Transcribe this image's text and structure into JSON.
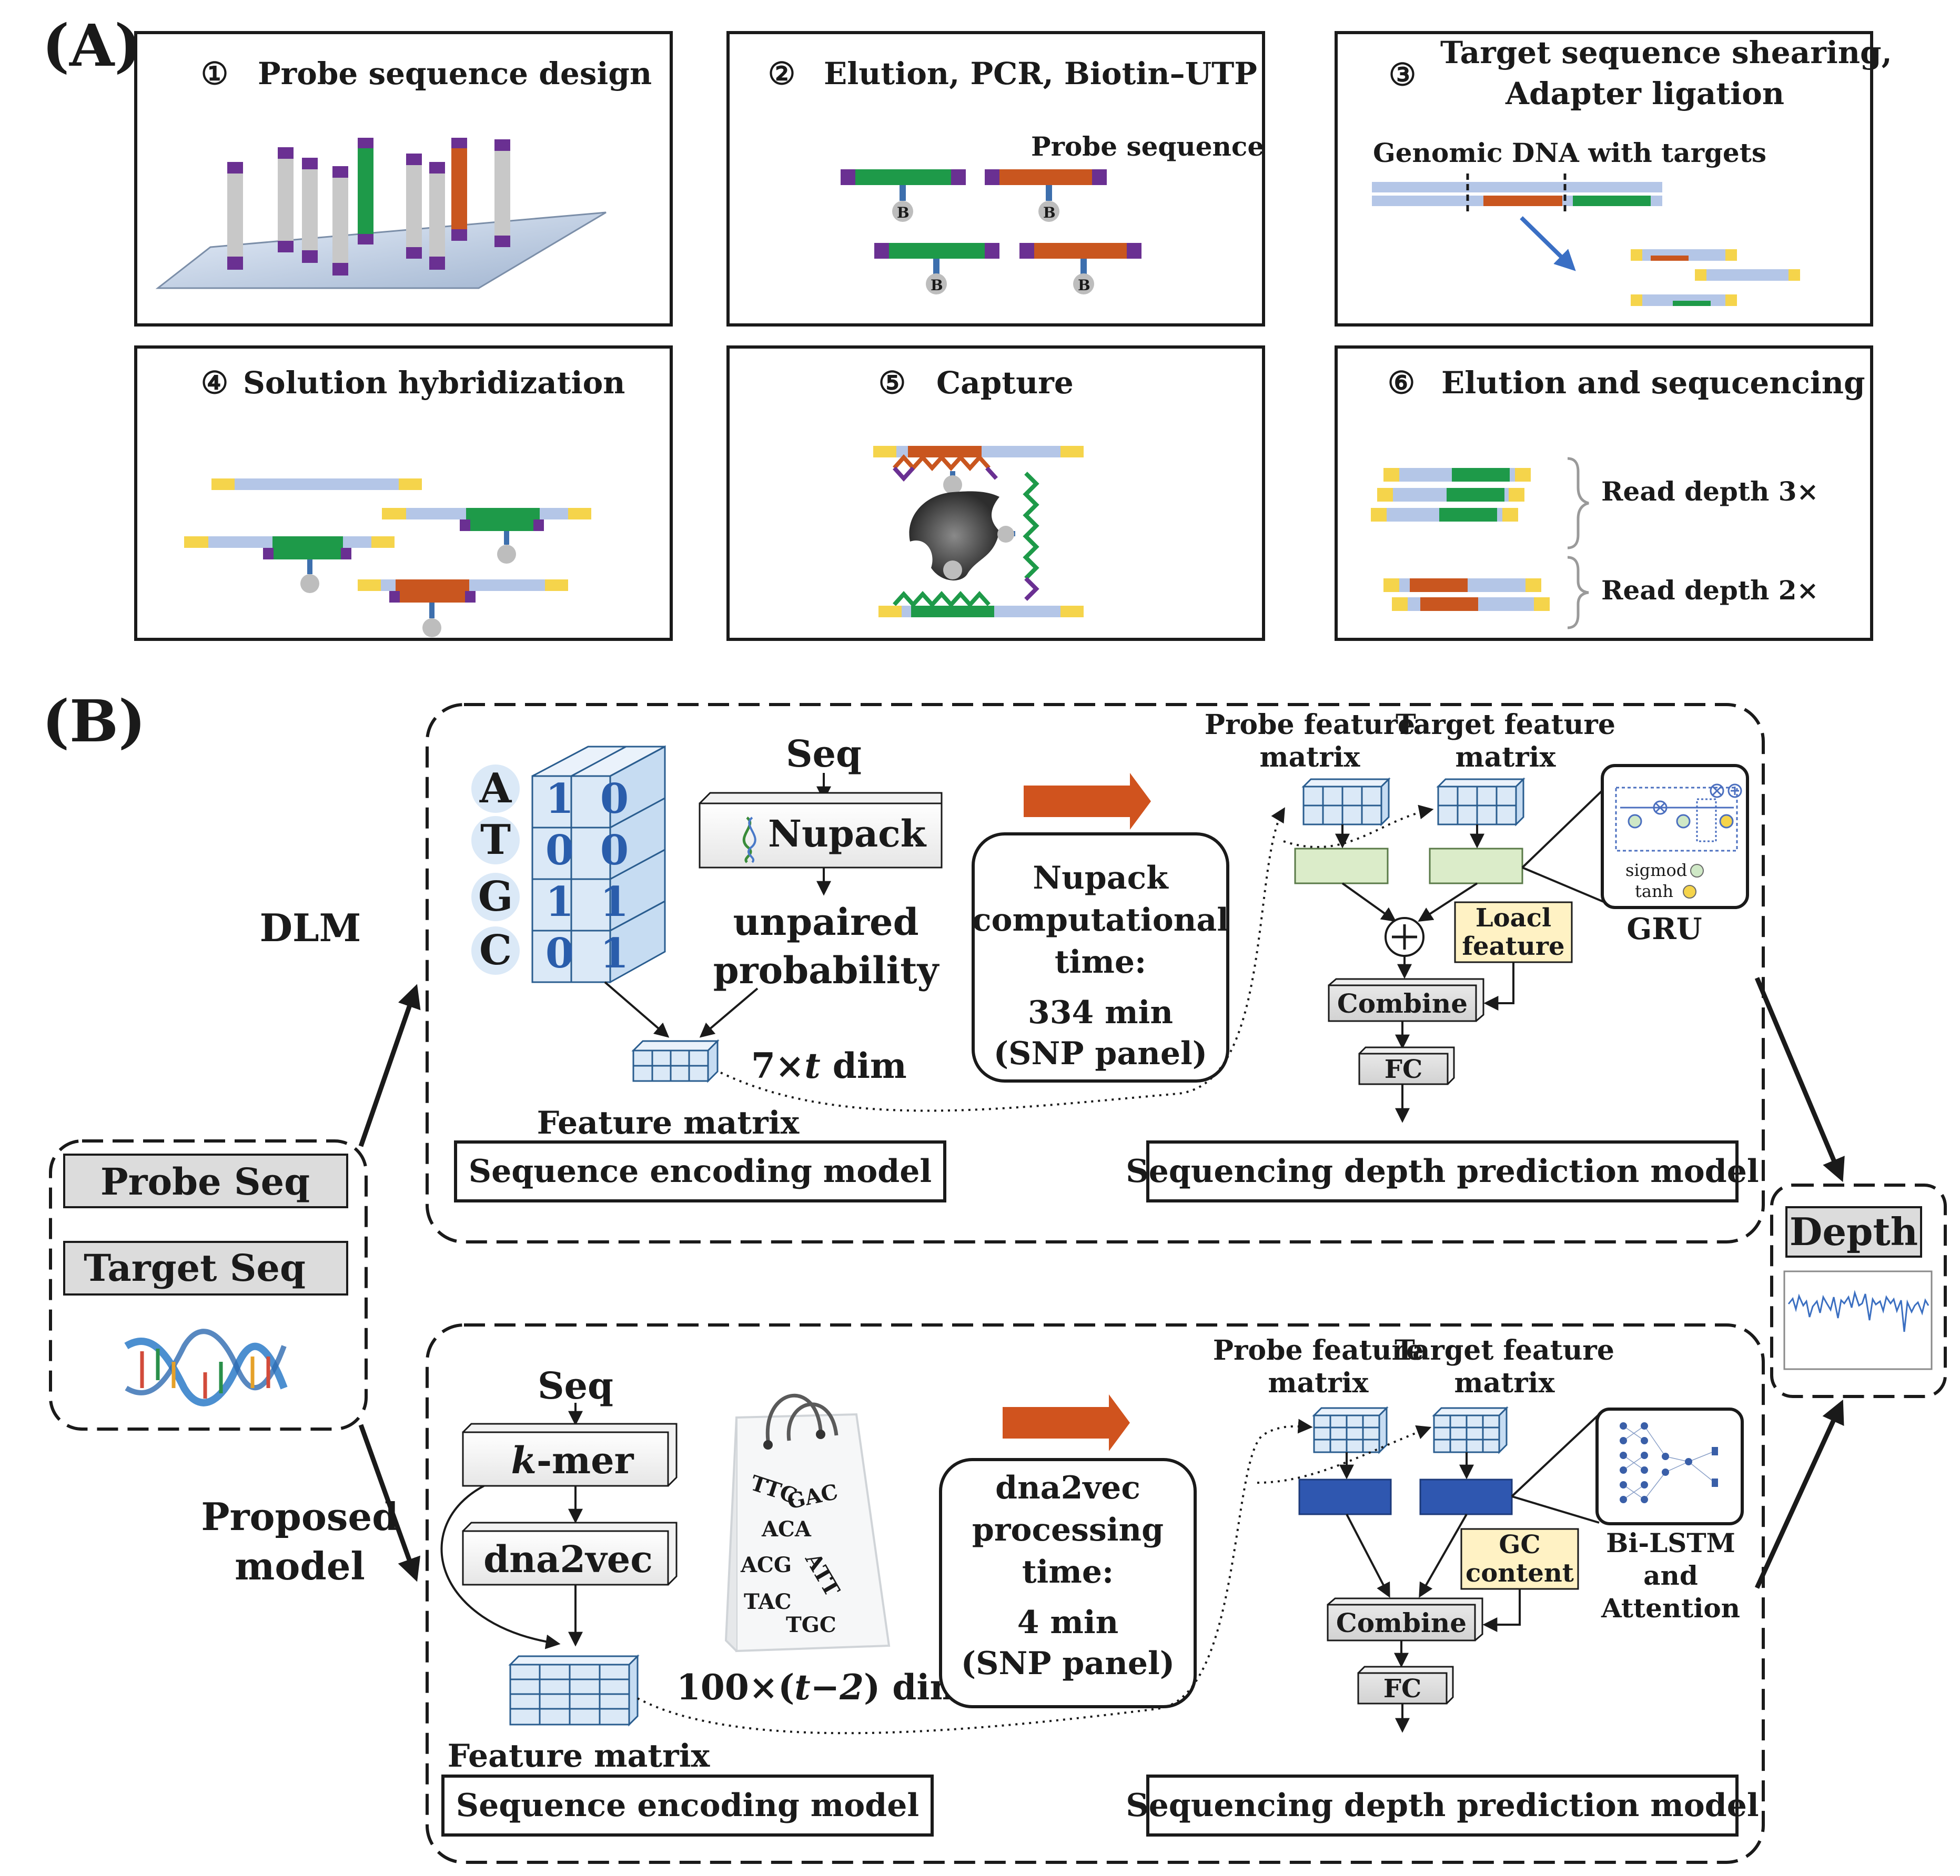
{
  "panelA": {
    "label": "(A)",
    "steps": [
      {
        "num": "①",
        "title": "Probe sequence design"
      },
      {
        "num": "②",
        "title": "Elution, PCR, Biotin–UTP",
        "note": "Probe sequence"
      },
      {
        "num": "③",
        "title": "Target sequence shearing,",
        "title2": "Adapter ligation",
        "note": "Genomic DNA with targets"
      },
      {
        "num": "④",
        "title": "Solution hybridization"
      },
      {
        "num": "⑤",
        "title": "Capture"
      },
      {
        "num": "⑥",
        "title": "Elution and sequcencing",
        "depth1": "Read depth 3×",
        "depth2": "Read depth 2×"
      }
    ],
    "biotin_letter": "B"
  },
  "panelB": {
    "label": "(B)",
    "input": {
      "probe": "Probe Seq",
      "target": "Target Seq"
    },
    "output": "Depth",
    "dlm": {
      "name": "DLM",
      "bases": [
        "A",
        "T",
        "G",
        "C"
      ],
      "onehot": [
        [
          "1",
          "0"
        ],
        [
          "0",
          "0"
        ],
        [
          "1",
          "1"
        ],
        [
          "0",
          "1"
        ]
      ],
      "seq": "Seq",
      "tool": "Nupack",
      "unpaired1": "unpaired",
      "unpaired2": "probability",
      "dim_prefix": "7×",
      "dim_var": "t",
      "dim_suffix": " dim",
      "feature_matrix": "Feature matrix",
      "encoding_model": "Sequence encoding model",
      "time_lines": [
        "Nupack",
        "computational",
        "time:",
        "334 min",
        "(SNP panel)"
      ],
      "probe_fm": [
        "Probe feature",
        "matrix"
      ],
      "target_fm": [
        "Target feature",
        "matrix"
      ],
      "local_feature": [
        "Loacl",
        "feature"
      ],
      "combine": "Combine",
      "fc": "FC",
      "gru": "GRU",
      "sigmod": "sigmod",
      "tanh": "tanh",
      "prediction_model": "Sequencing depth prediction model"
    },
    "proposed": {
      "name1": "Proposed",
      "name2": "model",
      "seq": "Seq",
      "kmer_var": "k",
      "kmer_suffix": "-mer",
      "dna2vec": "dna2vec",
      "bag_kmers": [
        "TTC",
        "GAC",
        "ACA",
        "ACG",
        "ATT",
        "TAC",
        "TGC"
      ],
      "dim_prefix": "100×(",
      "dim_var": "t−2",
      "dim_suffix": ") dim",
      "feature_matrix": "Feature matrix",
      "encoding_model": "Sequence encoding model",
      "time_lines": [
        "dna2vec",
        "processing",
        "time:",
        "4 min",
        "(SNP panel)"
      ],
      "probe_fm": [
        "Probe feature",
        "matrix"
      ],
      "target_fm": [
        "Target feature",
        "matrix"
      ],
      "gc": [
        "GC",
        "content"
      ],
      "combine": "Combine",
      "fc": "FC",
      "bilstm": [
        "Bi-LSTM",
        "and",
        "Attention"
      ],
      "prediction_model": "Sequencing depth prediction model"
    }
  },
  "colors": {
    "green": "#1e9a49",
    "orange": "#c9561f",
    "purple": "#6a3092",
    "grey_probe": "#c8c8c8",
    "light_blue": "#b4c6e7",
    "yellow": "#f5d44b",
    "biotin_stem": "#3d6fad",
    "arrow_orange": "#d0531e",
    "blue_block": "#2f57b0",
    "pale_green": "#dbecc9",
    "cell_blue": "#dbe9f7",
    "yellow_box": "#fff2c4"
  }
}
